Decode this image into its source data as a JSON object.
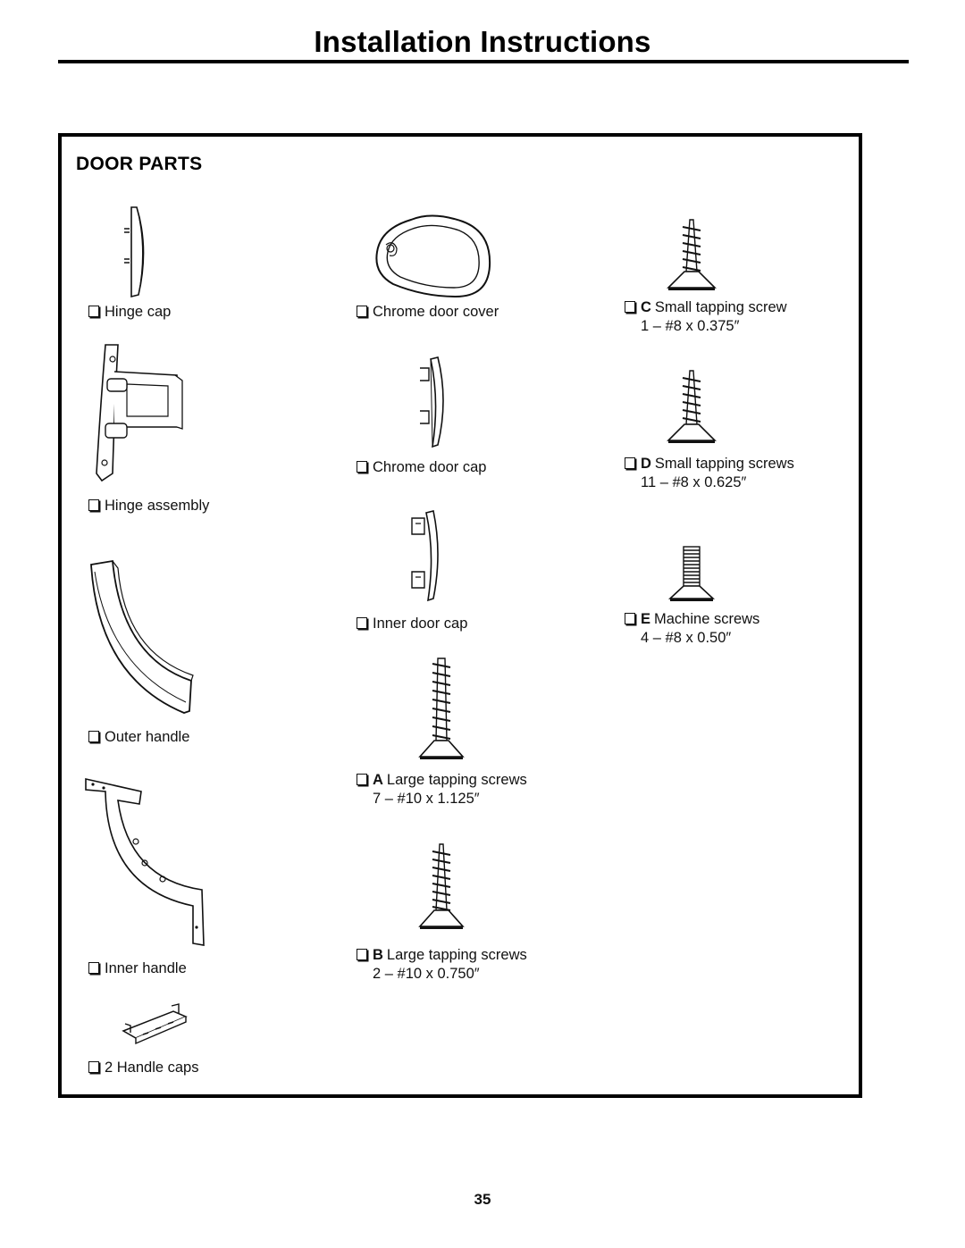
{
  "header": {
    "title": "Installation Instructions"
  },
  "section": {
    "title": "DOOR PARTS"
  },
  "parts": {
    "hinge_cap": {
      "name": "Hinge cap"
    },
    "hinge_assembly": {
      "name": "Hinge assembly"
    },
    "outer_handle": {
      "name": "Outer handle"
    },
    "inner_handle": {
      "name": "Inner handle"
    },
    "handle_caps": {
      "name": "2 Handle caps"
    },
    "chrome_door_cover": {
      "name": "Chrome door cover"
    },
    "chrome_door_cap": {
      "name": "Chrome door cap"
    },
    "inner_door_cap": {
      "name": "Inner door cap"
    },
    "screw_a": {
      "code": "A",
      "name": "Large tapping screws",
      "spec": "7 – #10 x 1.125″"
    },
    "screw_b": {
      "code": "B",
      "name": "Large tapping screws",
      "spec": "2 – #10 x 0.750″"
    },
    "screw_c": {
      "code": "C",
      "name": "Small tapping screw",
      "spec": "1 – #8 x 0.375″"
    },
    "screw_d": {
      "code": "D",
      "name": "Small tapping screws",
      "spec": "11 – #8 x 0.625″"
    },
    "screw_e": {
      "code": "E",
      "name": "Machine screws",
      "spec": "4 – #8 x 0.50″"
    }
  },
  "footer": {
    "page_number": "35"
  }
}
